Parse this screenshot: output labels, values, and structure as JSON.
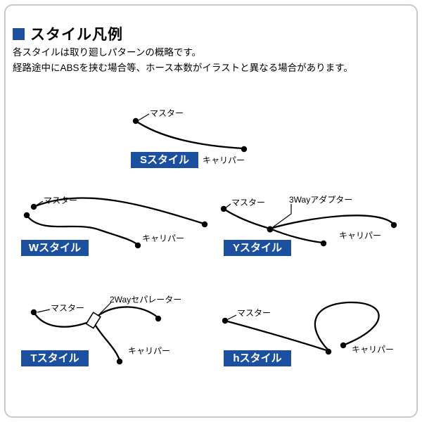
{
  "header": {
    "title": "スタイル凡例"
  },
  "notes": {
    "line1": "各スタイルは取り廻しパターンの概略です。",
    "line2": "経路途中にABSを挟む場合等、ホース本数がイラストと異なる場合があります。"
  },
  "diagrams": {
    "s": {
      "style_label": "Sスタイル",
      "master": "マスター",
      "caliper": "キャリパー"
    },
    "w": {
      "style_label": "Wスタイル",
      "master": "マスター",
      "caliper": "キャリパー"
    },
    "y": {
      "style_label": "Yスタイル",
      "master": "マスター",
      "caliper": "キャリパー",
      "adapter": "3Wayアダプター"
    },
    "t": {
      "style_label": "Tスタイル",
      "master": "マスター",
      "caliper": "キャリパー",
      "separator": "2Wayセパレーター"
    },
    "h": {
      "style_label": "hスタイル",
      "master": "マスター",
      "caliper": "キャリパー"
    }
  },
  "colors": {
    "accent_blue": "#1d4f9f",
    "hose_line": "#000000",
    "frame_border": "#c9c9c9",
    "background": "#ffffff"
  }
}
